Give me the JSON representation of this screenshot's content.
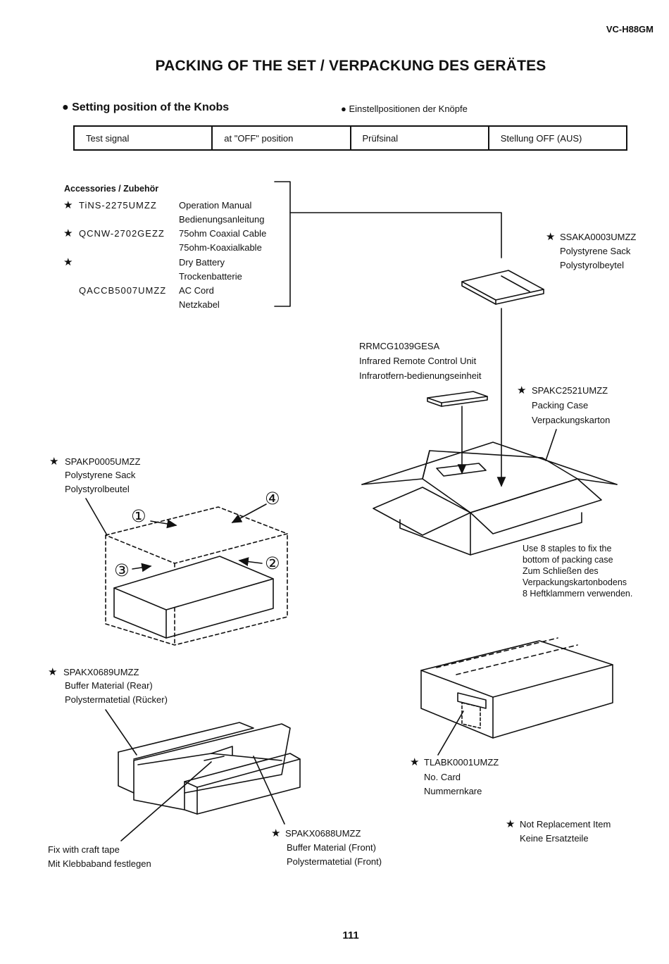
{
  "header": {
    "model": "VC-H88GM",
    "title": "PACKING OF THE SET / VERPACKUNG DES GERÄTES"
  },
  "knobs": {
    "heading_en": "Setting position of the Knobs",
    "heading_de": "Einstellpositionen der Knöpfe",
    "table": [
      "Test signal",
      "at \"OFF\" position",
      "Prüfsinal",
      "Stellung OFF (AUS)"
    ]
  },
  "accessories": {
    "heading": "Accessories / Zubehör",
    "items": [
      {
        "star": "★",
        "part": "TiNS-2275UMZZ",
        "desc": "Operation Manual",
        "desc_de": "Bedienungsanleitung"
      },
      {
        "star": "★",
        "part": "QCNW-2702GEZZ",
        "desc": "75ohm Coaxial Cable",
        "desc_de": "75ohm-Koaxialkable"
      },
      {
        "star": "★",
        "part": "",
        "desc": "Dry Battery",
        "desc_de": "Trockenbatterie"
      },
      {
        "star": "",
        "part": "QACCB5007UMZZ",
        "desc": "AC Cord",
        "desc_de": "Netzkabel"
      }
    ]
  },
  "parts": {
    "ssaka": {
      "star": "★",
      "part": "SSAKA0003UMZZ",
      "l1": "Polystyrene Sack",
      "l2": "Polystyrolbeytel"
    },
    "rrmcg": {
      "part": "RRMCG1039GESA",
      "l1": "Infrared Remote Control Unit",
      "l2": "Infrarotfern-bedienungseinheit"
    },
    "spakc": {
      "star": "★",
      "part": "SPAKC2521UMZZ",
      "l1": "Packing Case",
      "l2": "Verpackungskarton"
    },
    "spakp": {
      "star": "★",
      "part": "SPAKP0005UMZZ",
      "l1": "Polystyrene Sack",
      "l2": "Polystyrolbeutel"
    },
    "staples": {
      "l1": "Use 8 staples to fix the",
      "l2": "bottom of packing case",
      "l3": "Zum Schließen des",
      "l4": "Verpackungskartonbodens",
      "l5": "8 Heftklammern verwenden."
    },
    "spakx89": {
      "star": "★",
      "part": "SPAKX0689UMZZ",
      "l1": "Buffer Material (Rear)",
      "l2": "Polystermatetial (Rücker)"
    },
    "tlabk": {
      "star": "★",
      "part": "TLABK0001UMZZ",
      "l1": "No. Card",
      "l2": "Nummernkare"
    },
    "spakx88": {
      "star": "★",
      "part": "SPAKX0688UMZZ",
      "l1": "Buffer Material (Front)",
      "l2": "Polystermatetial (Front)"
    },
    "tape": {
      "l1": "Fix with craft tape",
      "l2": "Mit Klebbaband festlegen"
    }
  },
  "steps": [
    "①",
    "②",
    "③",
    "④"
  ],
  "legend": {
    "star": "★",
    "l1": "Not Replacement Item",
    "l2": "Keine Ersatzteile"
  },
  "page_number": "111"
}
